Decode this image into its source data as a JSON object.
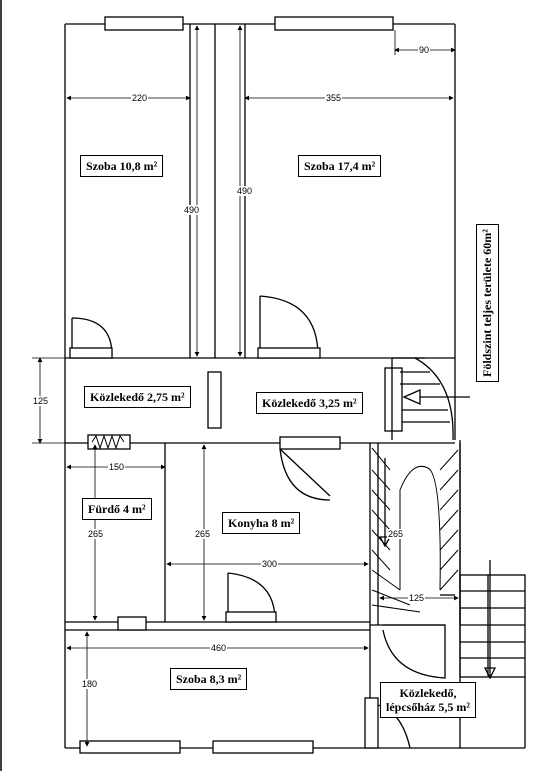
{
  "rooms": {
    "szoba1": "Szoba 10,8 m²",
    "szoba2": "Szoba 17,4 m²",
    "kozl1": "Közlekedő 2,75 m²",
    "kozl2": "Közlekedő 3,25 m²",
    "furdo": "Fürdő 4 m²",
    "konyha": "Konyha 8 m²",
    "szoba3": "Szoba 8,3 m²",
    "kozl3_line1": "Közlekedő,",
    "kozl3_line2": "lépcsőház 5,5 m²"
  },
  "total_area": "Földszint teljes területe 60m²",
  "dimensions": {
    "d90": "90",
    "d220": "220",
    "d355": "355",
    "d490a": "490",
    "d490b": "490",
    "d125a": "125",
    "d150": "150",
    "d265a": "265",
    "d265b": "265",
    "d300": "300",
    "d265c": "265",
    "d125b": "125",
    "d460": "460",
    "d180": "180"
  }
}
